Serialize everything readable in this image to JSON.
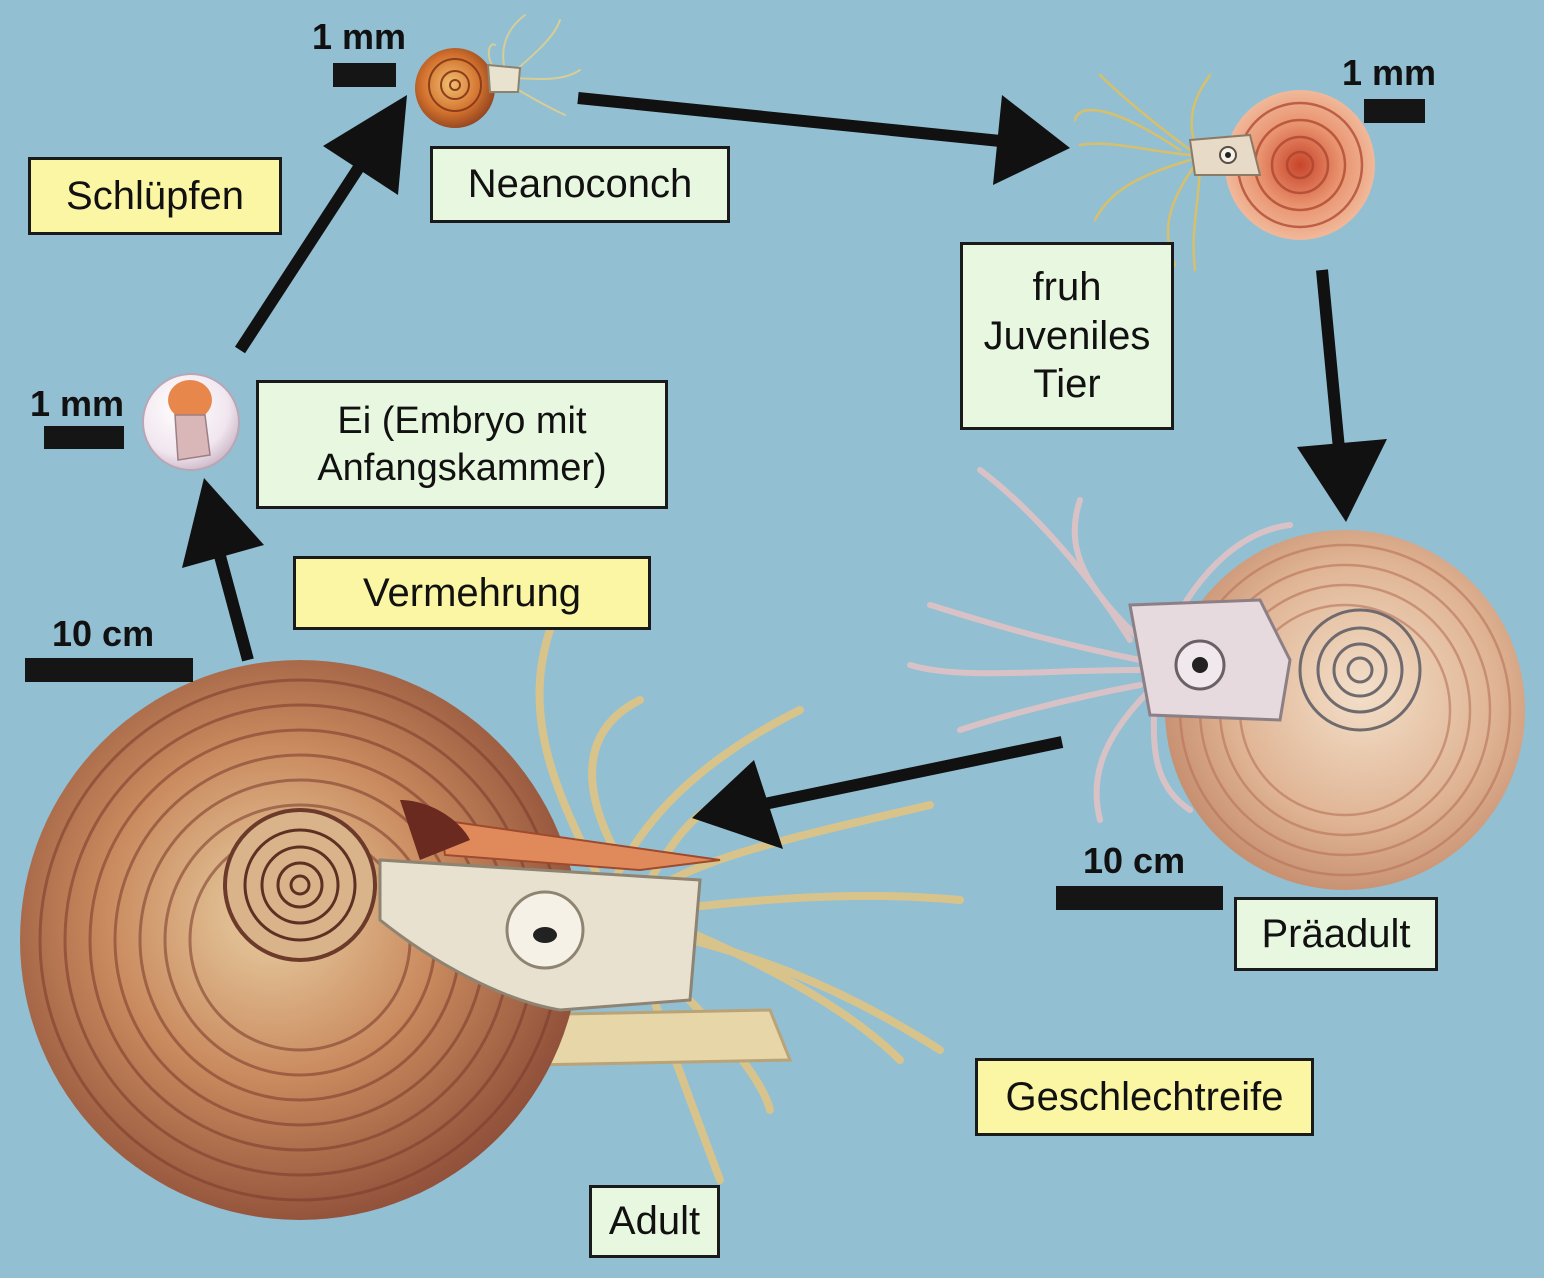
{
  "stages": {
    "neanoconch": "Neanoconch",
    "early_juvenile_line1": "fruh",
    "early_juvenile_line2": "Juveniles",
    "early_juvenile_line3": "Tier",
    "egg_line1": "Ei (Embryo mit",
    "egg_line2": "Anfangskammer)",
    "preadult": "Präadult",
    "adult": "Adult"
  },
  "processes": {
    "hatching": "Schlüpfen",
    "reproduction": "Vermehrung",
    "maturity": "Geschlechtreife"
  },
  "scale_bars": {
    "neanoconch": "1 mm",
    "juvenile": "1 mm",
    "egg": "1 mm",
    "adult": "10 cm",
    "preadult": "10 cm"
  },
  "colors": {
    "background": "#93bfd3",
    "stage_label_fill": "#e8f7df",
    "process_label_fill": "#fbf6a3",
    "arrow": "#111111"
  }
}
